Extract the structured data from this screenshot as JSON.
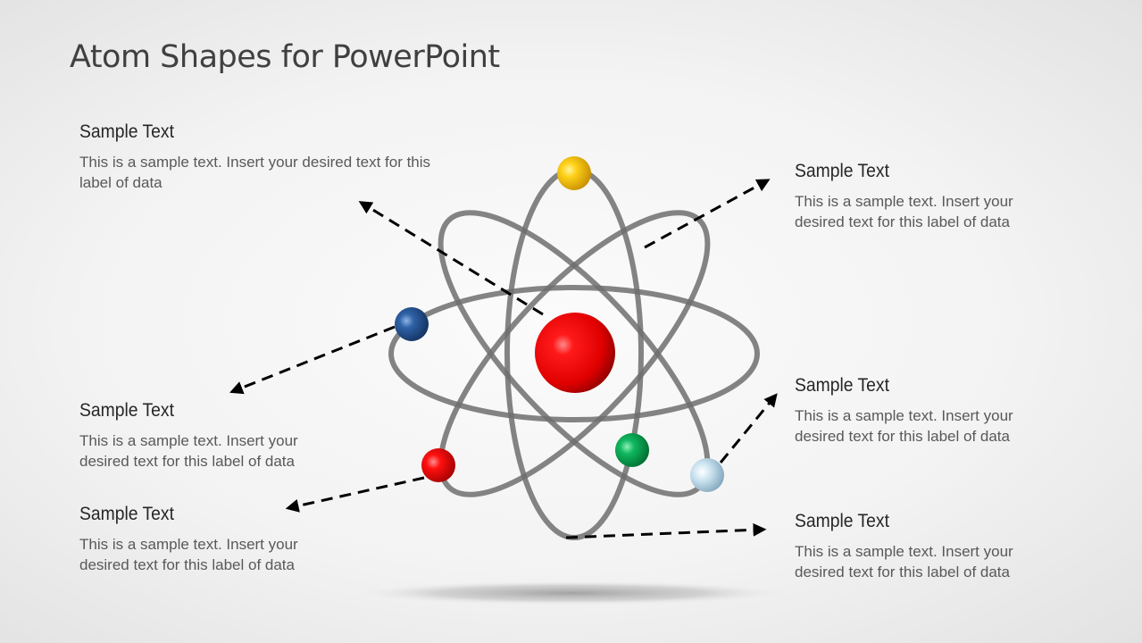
{
  "slide": {
    "title": "Atom Shapes for PowerPoint"
  },
  "labels": [
    {
      "position": "top-left",
      "heading": "Sample Text",
      "body": "This is a sample text. Insert your desired text for this label of data"
    },
    {
      "position": "top-right",
      "heading": "Sample Text",
      "body": "This is a sample text. Insert your desired text for this label of data"
    },
    {
      "position": "middle-left",
      "heading": "Sample Text",
      "body": "This is a sample text. Insert your desired text for this label of data"
    },
    {
      "position": "middle-right",
      "heading": "Sample Text",
      "body": "This is a sample text. Insert your desired text for this label of data"
    },
    {
      "position": "bottom-left",
      "heading": "Sample Text",
      "body": "This is a sample text. Insert your desired text for this label of data"
    },
    {
      "position": "bottom-right",
      "heading": "Sample Text",
      "body": "This is a sample text. Insert your desired text for this label of data"
    }
  ],
  "atom": {
    "nucleus_color": "#e30613",
    "orbit_color": "#6e6e6e",
    "electrons": [
      {
        "name": "yellow",
        "color": "#f5c400"
      },
      {
        "name": "blue",
        "color": "#21508e"
      },
      {
        "name": "red",
        "color": "#e8000f"
      },
      {
        "name": "green",
        "color": "#00a550"
      },
      {
        "name": "light-blue",
        "color": "#b7d7e8"
      }
    ]
  }
}
